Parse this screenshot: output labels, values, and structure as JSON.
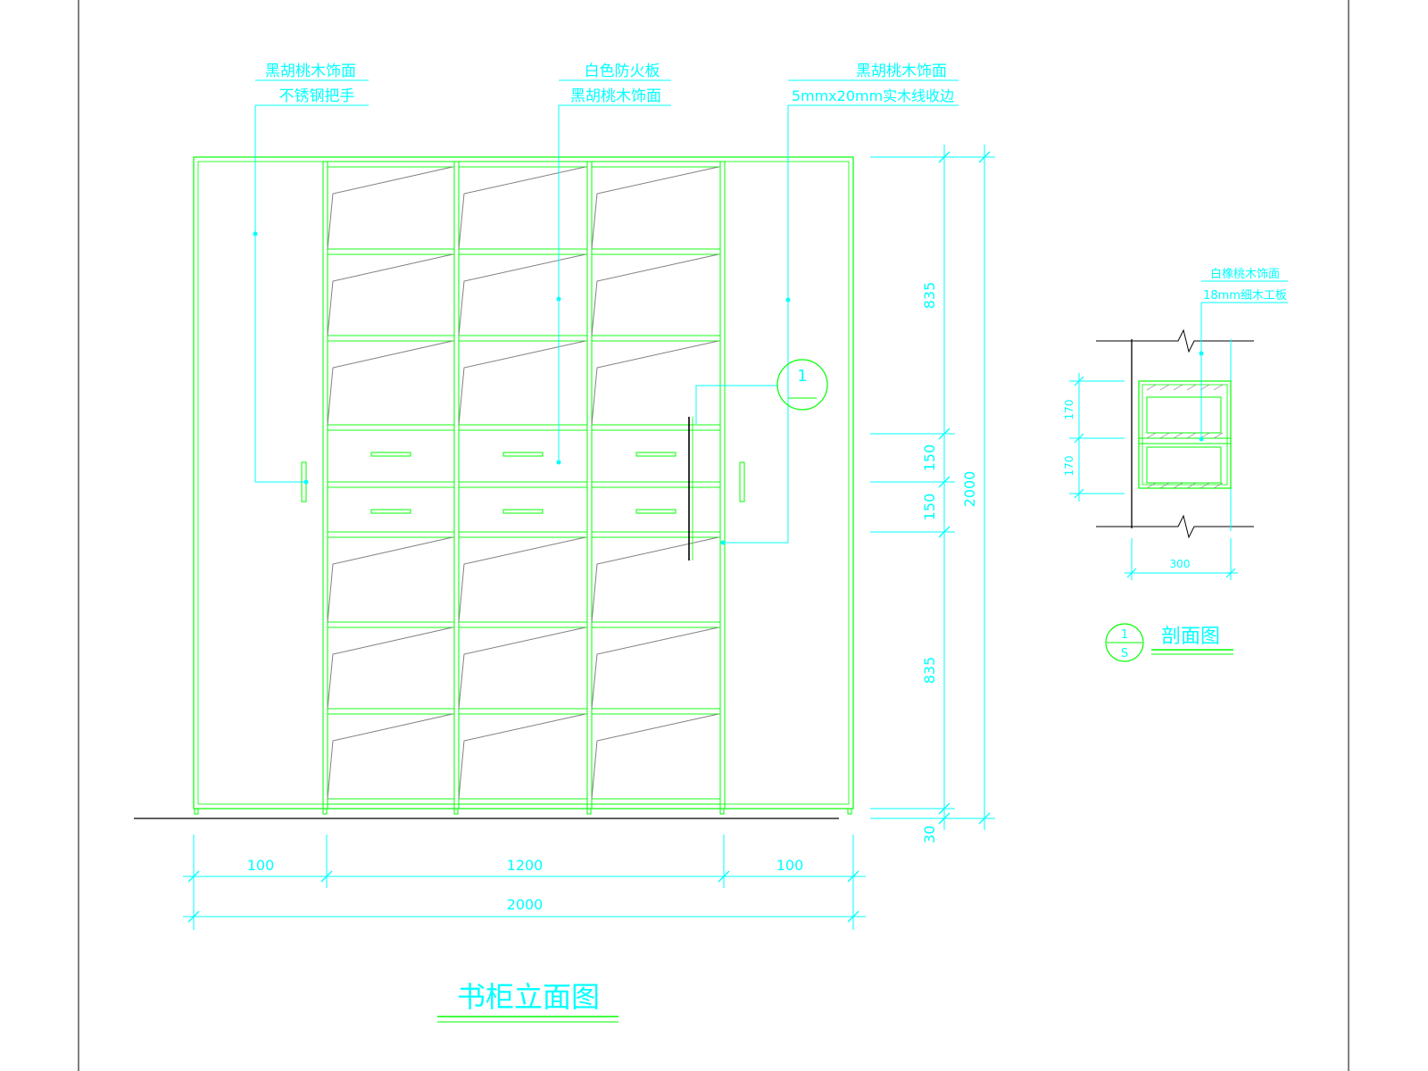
{
  "callouts": {
    "left": {
      "line1": "黑胡桃木饰面",
      "line2": "不锈钢把手"
    },
    "center": {
      "line1": "白色防火板",
      "line2": "黑胡桃木饰面"
    },
    "right": {
      "line1": "黑胡桃木饰面",
      "line2": "5mmx20mm实木线收边"
    },
    "section": {
      "line1": "白橡桃木饰面",
      "line2": "18mm细木工板"
    }
  },
  "dimensions": {
    "vertical": {
      "upper": "835",
      "drawer_top": "150",
      "drawer_bottom": "150",
      "lower": "835",
      "base": "30",
      "total": "2000"
    },
    "horizontal": {
      "left": "100",
      "middle": "1200",
      "right": "100",
      "total": "2000"
    },
    "section": {
      "top_shelf": "170",
      "bottom_shelf": "170",
      "depth": "300"
    }
  },
  "section_marker": {
    "number": "1",
    "sheet": "S"
  },
  "titles": {
    "elevation": "书柜立面图",
    "section": "剖面图"
  },
  "colors": {
    "cabinet_lines": "#00ff00",
    "annotation": "#00ffff",
    "glass": "#808080",
    "frame": "#000000"
  }
}
